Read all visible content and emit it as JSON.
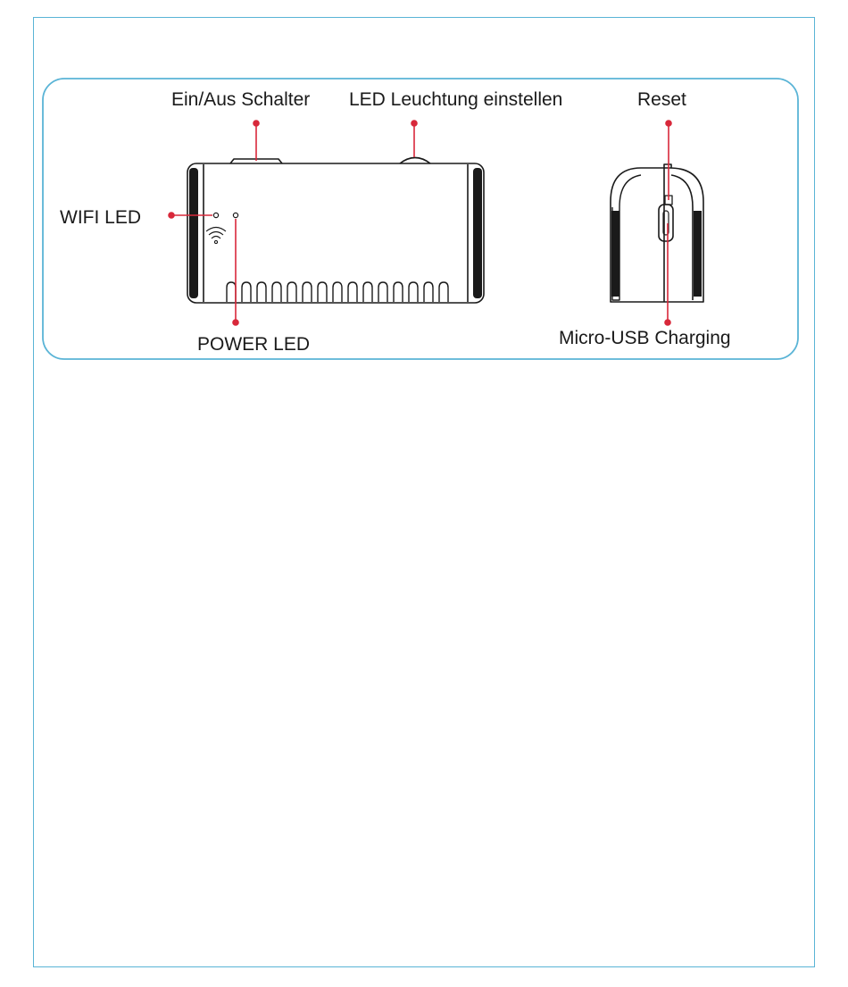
{
  "labels": {
    "power_switch": "Ein/Aus Schalter",
    "led_adjust": "LED Leuchtung einstellen",
    "reset": "Reset",
    "wifi_led": "WIFI LED",
    "power_led": "POWER LED",
    "usb_charging": "Micro-USB Charging"
  },
  "colors": {
    "frame": "#5ab4d6",
    "callout": "#d8283a",
    "outline": "#1a1a1a"
  }
}
